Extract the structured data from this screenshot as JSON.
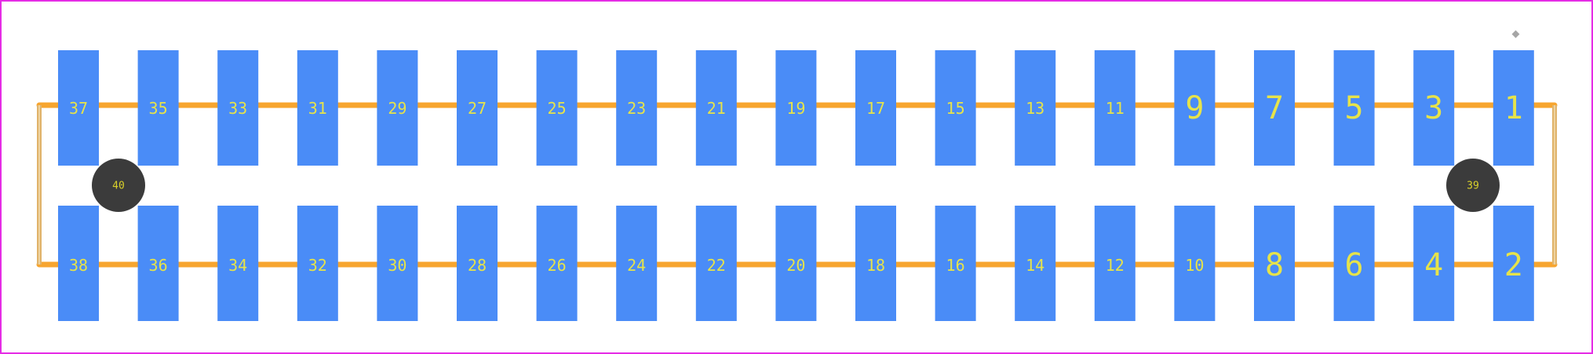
{
  "colors": {
    "border": "#e52ce5",
    "pad": "#4a8cf7",
    "trace": "#f7a52f",
    "trace_end": "#e0b36a",
    "hole": "#3b3b3b",
    "pad_label": "#e6e34a",
    "hole_label": "#d9d02a",
    "marker": "#a6a6a6"
  },
  "top_row_pins": [
    "37",
    "35",
    "33",
    "31",
    "29",
    "27",
    "25",
    "23",
    "21",
    "19",
    "17",
    "15",
    "13",
    "11",
    "9",
    "7",
    "5",
    "3",
    "1"
  ],
  "bottom_row_pins": [
    "38",
    "36",
    "34",
    "32",
    "30",
    "28",
    "26",
    "24",
    "22",
    "20",
    "18",
    "16",
    "14",
    "12",
    "10",
    "8",
    "6",
    "4",
    "2"
  ],
  "mounting_holes": [
    {
      "label": "40",
      "side": "left"
    },
    {
      "label": "39",
      "side": "right"
    }
  ],
  "pin1_marker": "diamond-marker"
}
